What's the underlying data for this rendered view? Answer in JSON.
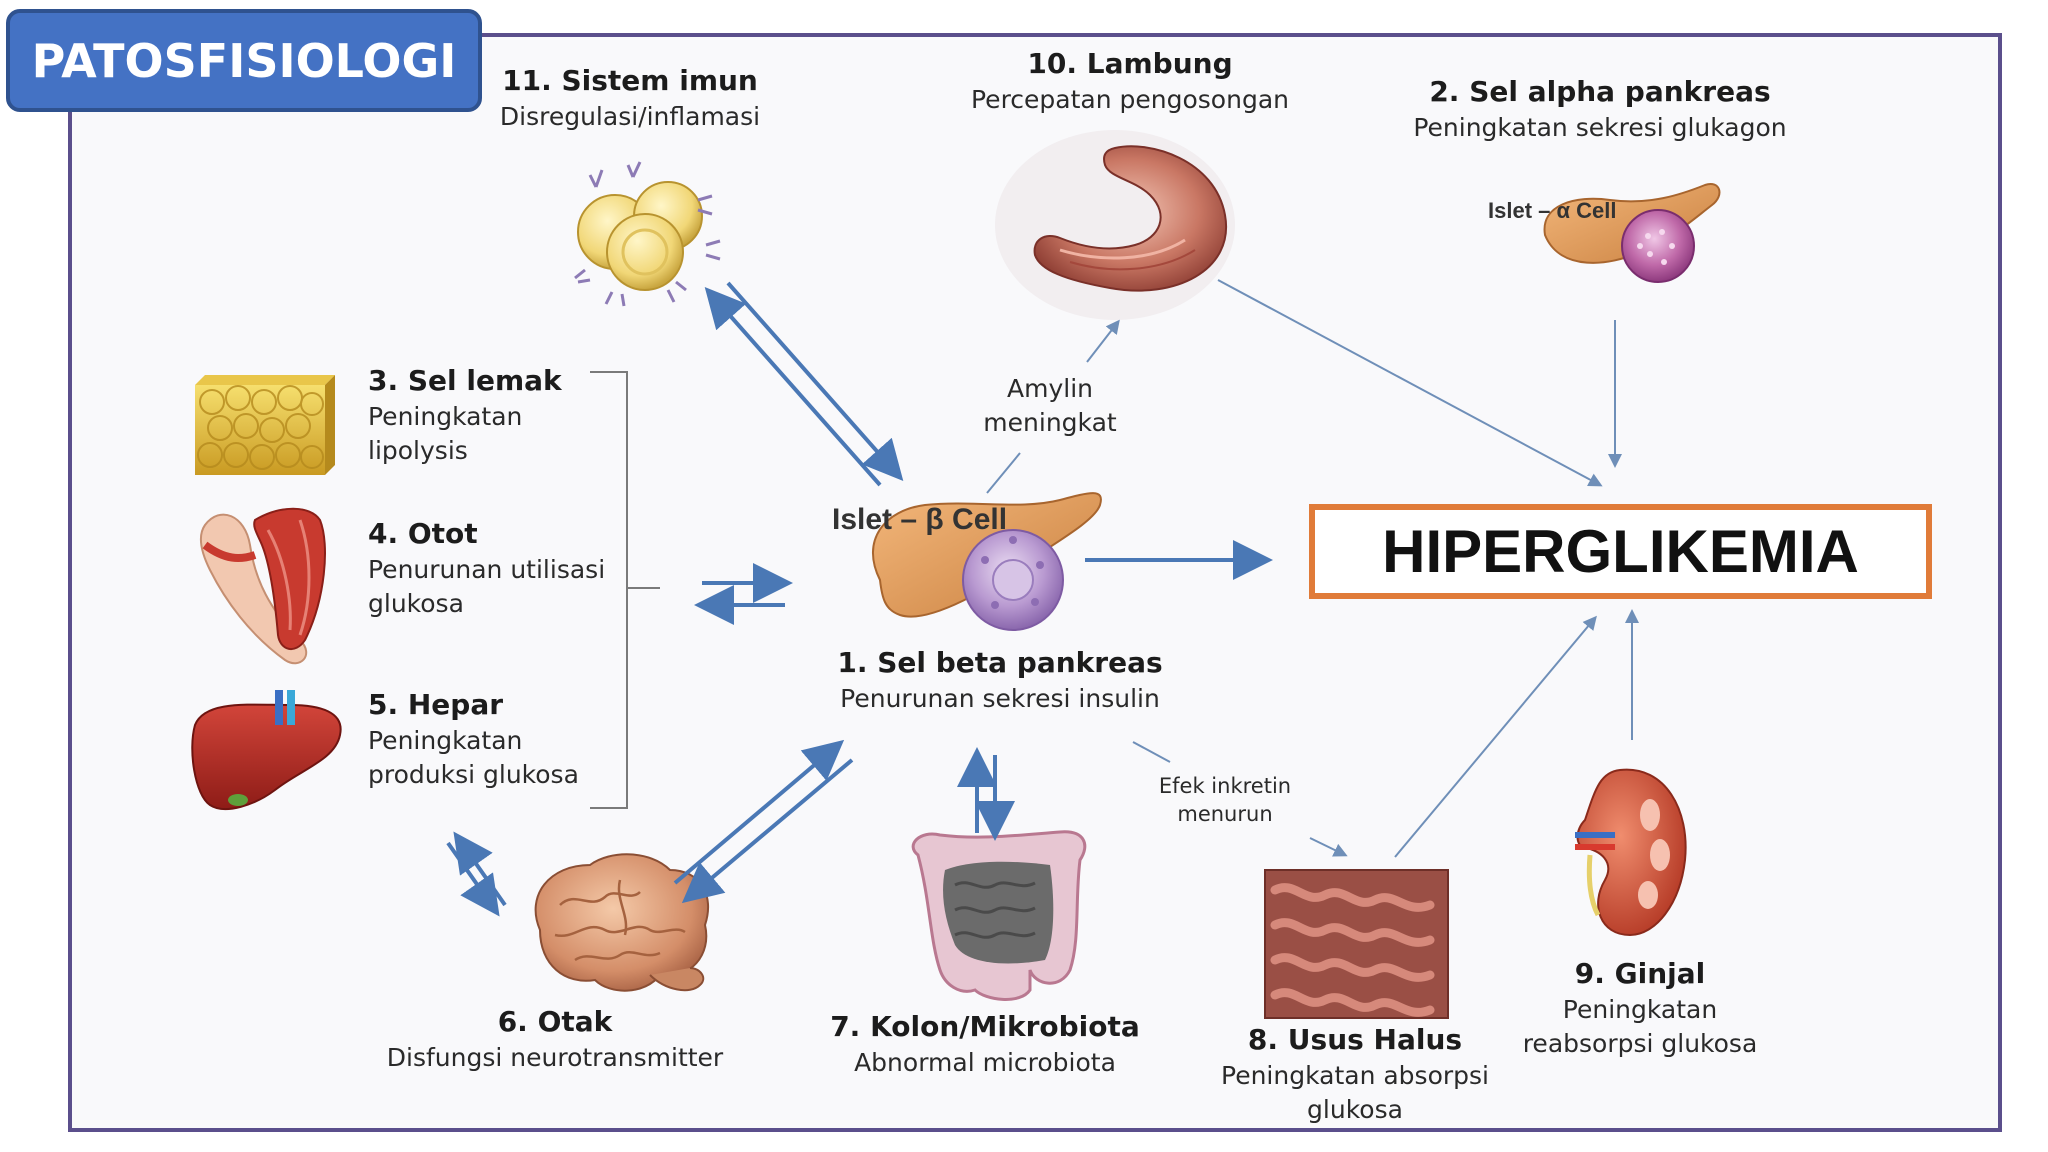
{
  "title": "PATOSFISIOLOGI",
  "central": {
    "label": "HIPERGLIKEMIA"
  },
  "nodes": {
    "beta": {
      "head": "1. Sel beta pankreas",
      "sub": "Penurunan sekresi insulin",
      "tag": "Islet – β Cell"
    },
    "alpha": {
      "head": "2. Sel alpha pankreas",
      "sub": "Peningkatan sekresi glukagon",
      "tag": "Islet – α Cell"
    },
    "fat": {
      "head": "3. Sel lemak",
      "sub1": "Peningkatan",
      "sub2": "lipolysis"
    },
    "muscle": {
      "head": "4. Otot",
      "sub1": "Penurunan utilisasi",
      "sub2": "glukosa"
    },
    "liver": {
      "head": "5. Hepar",
      "sub1": "Peningkatan",
      "sub2": "produksi glukosa"
    },
    "brain": {
      "head": "6. Otak",
      "sub": "Disfungsi neurotransmitter"
    },
    "colon": {
      "head": "7. Kolon/Mikrobiota",
      "sub": "Abnormal microbiota"
    },
    "intestine": {
      "head": "8. Usus Halus",
      "sub1": "Peningkatan absorpsi",
      "sub2": "glukosa"
    },
    "kidney": {
      "head": "9. Ginjal",
      "sub1": "Peningkatan",
      "sub2": "reabsorpsi glukosa"
    },
    "stomach": {
      "head": "10. Lambung",
      "sub": "Percepatan pengosongan"
    },
    "immune": {
      "head": "11. Sistem imun",
      "sub": "Disregulasi/inflamasi"
    }
  },
  "edge_labels": {
    "amylin1": "Amylin",
    "amylin2": "meningkat",
    "incretin1": "Efek inkretin",
    "incretin2": "menurun"
  },
  "colors": {
    "title_bg": "#4472c4",
    "frame": "#5b4f8c",
    "hyper_border": "#e07b39",
    "arrow_blue": "#4a78b5",
    "arrow_thin": "#6f8fb8"
  }
}
